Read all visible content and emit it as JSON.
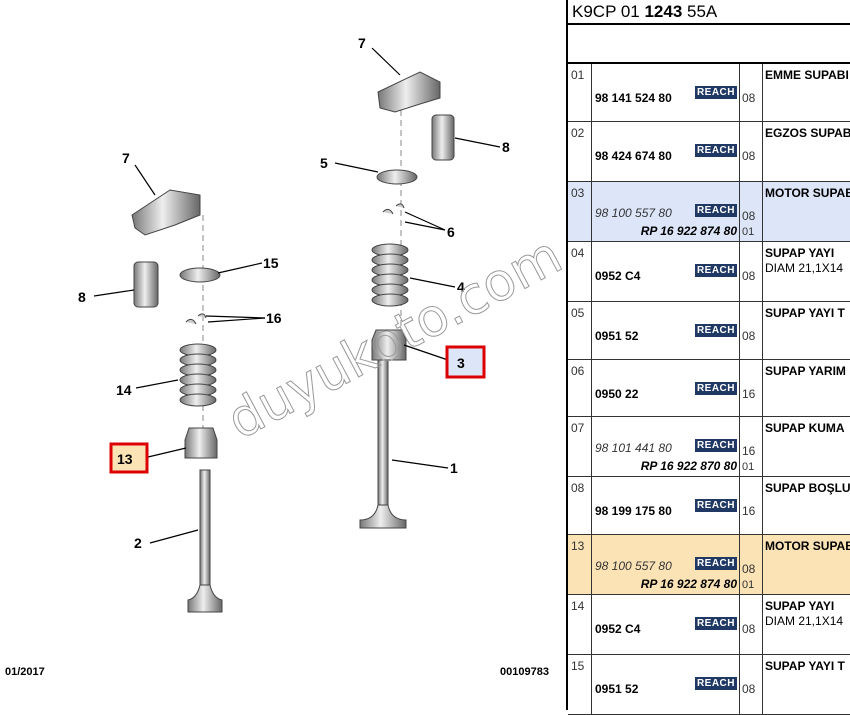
{
  "diagram": {
    "callouts": [
      "7",
      "8",
      "5",
      "6",
      "4",
      "3",
      "1",
      "7",
      "15",
      "8",
      "16",
      "14",
      "13",
      "2"
    ],
    "highlighted": [
      "3",
      "13"
    ],
    "watermark": "duyukoto.com",
    "date": "01/2017",
    "drawing_no": "00109783"
  },
  "table": {
    "title_prefix": "K9CP 01 ",
    "title_bold": "1243",
    "title_suffix": " 55A",
    "badge": "REACH",
    "badge_color": "#1f3864",
    "highlight_blue": "#dde6f9",
    "highlight_orange": "#fbe3b6",
    "rows": [
      {
        "num": "01",
        "part": "98 141 524 80",
        "qty": "08",
        "desc": "EMME SUPABI"
      },
      {
        "num": "02",
        "part": "98 424 674 80",
        "qty": "08",
        "desc": "EGZOS SUPABI"
      },
      {
        "num": "03",
        "part": "98 100 557 80",
        "rp": "RP 16 922 874 80",
        "qty": "08",
        "qty2": "01",
        "desc": "MOTOR SUPABI"
      },
      {
        "num": "04",
        "part": "0952 C4",
        "qty": "08",
        "desc": "SUPAP YAYI",
        "sub": "DIAM 21,1X14"
      },
      {
        "num": "05",
        "part": "0951 52",
        "qty": "08",
        "desc": "SUPAP YAYI T"
      },
      {
        "num": "06",
        "part": "0950 22",
        "qty": "16",
        "desc": "SUPAP YARIM"
      },
      {
        "num": "07",
        "part": "98 101 441 80",
        "rp": "RP 16 922 870 80",
        "qty": "16",
        "qty2": "01",
        "desc": "SUPAP KUMA"
      },
      {
        "num": "08",
        "part": "98 199 175 80",
        "qty": "16",
        "desc": "SUPAP BOŞLU"
      },
      {
        "num": "13",
        "part": "98 100 557 80",
        "rp": "RP 16 922 874 80",
        "qty": "08",
        "qty2": "01",
        "desc": "MOTOR SUPABI"
      },
      {
        "num": "14",
        "part": "0952 C4",
        "qty": "08",
        "desc": "SUPAP YAYI",
        "sub": "DIAM 21,1X14"
      },
      {
        "num": "15",
        "part": "0951 52",
        "qty": "08",
        "desc": "SUPAP YAYI T"
      }
    ]
  }
}
